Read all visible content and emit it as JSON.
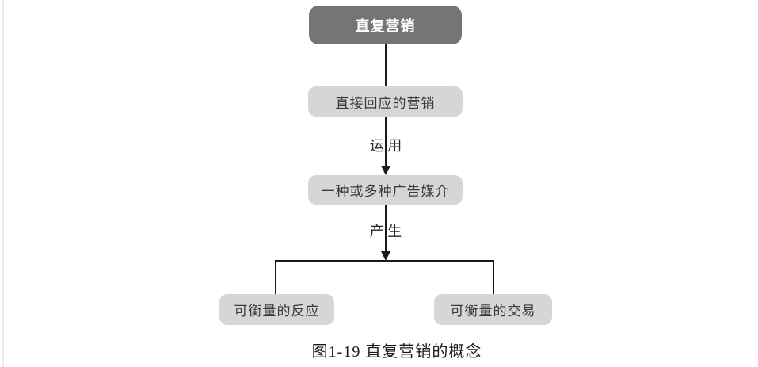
{
  "diagram": {
    "nodes": {
      "root": "直复营销",
      "level2": "直接回应的营销",
      "level3": "一种或多种广告媒介",
      "leaf_left": "可衡量的反应",
      "leaf_right": "可衡量的交易"
    },
    "edge_labels": {
      "apply": "运 用",
      "produce": "产 生"
    },
    "caption": "图1-19 直复营销的概念",
    "colors": {
      "root_bg": "#757575",
      "root_text": "#ffffff",
      "node_bg": "#d6d6d6",
      "node_text": "#3a3a3a",
      "line": "#1a1a1a"
    }
  }
}
